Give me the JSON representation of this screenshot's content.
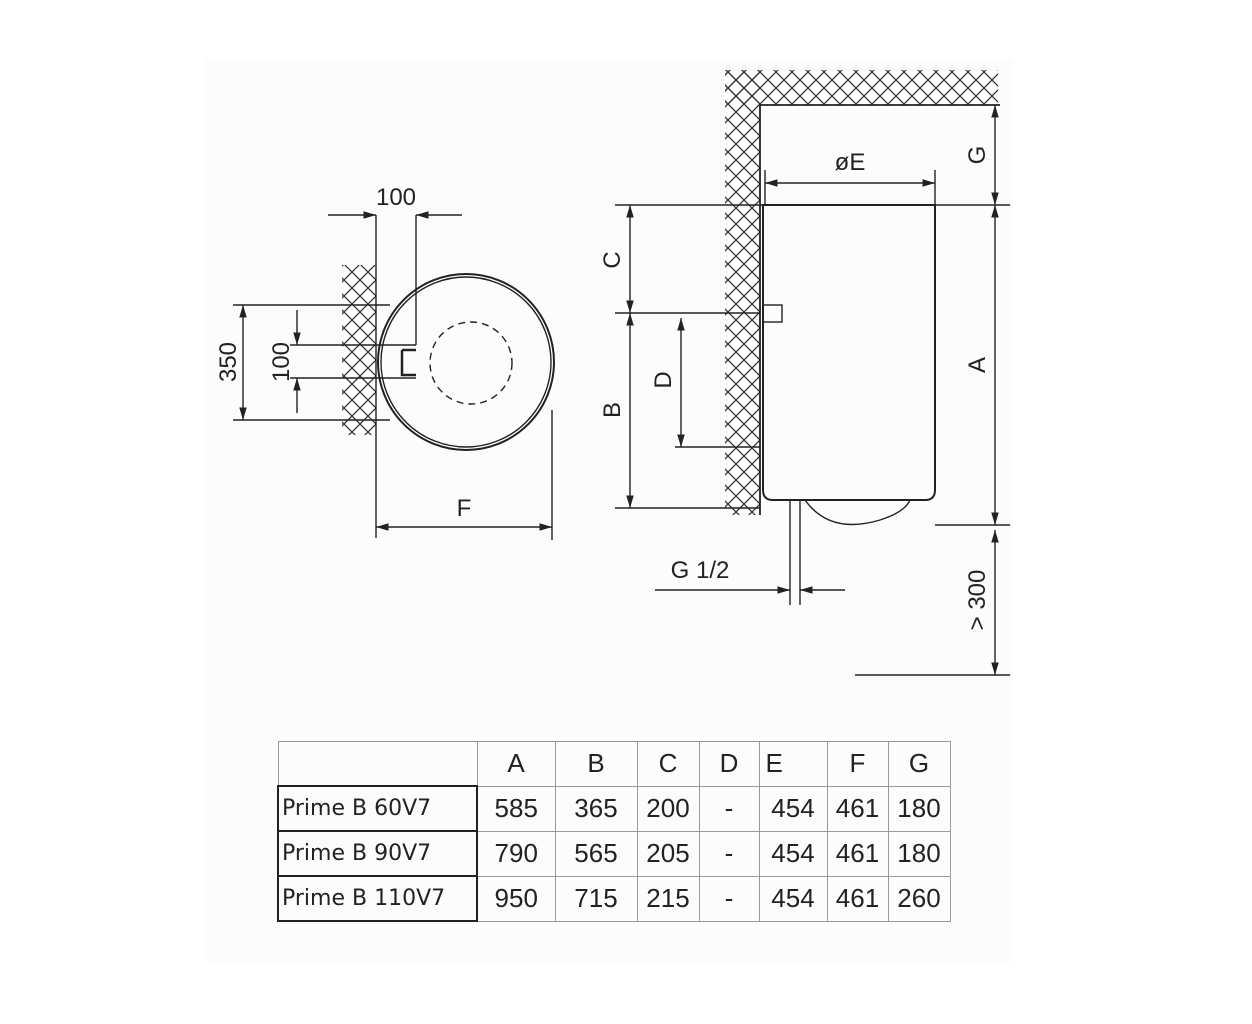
{
  "diagram": {
    "top_view": {
      "dim_offset": "100",
      "dim_height": "350",
      "dim_spacing": "100",
      "dim_width": "F"
    },
    "side_view": {
      "dim_diameter": "øE",
      "dim_g": "G",
      "dim_c": "C",
      "dim_a": "A",
      "dim_d": "D",
      "dim_b": "B",
      "dim_pipe": "G 1/2",
      "dim_clearance": "> 300"
    }
  },
  "table": {
    "headers": [
      "",
      "A",
      "B",
      "C",
      "D",
      "E",
      "F",
      "G"
    ],
    "rows": [
      {
        "model": "Prime B 60V7",
        "values": [
          "585",
          "365",
          "200",
          "-",
          "454",
          "461",
          "180"
        ]
      },
      {
        "model": "Prime B 90V7",
        "values": [
          "790",
          "565",
          "205",
          "-",
          "454",
          "461",
          "180"
        ]
      },
      {
        "model": "Prime B 110V7",
        "values": [
          "950",
          "715",
          "215",
          "-",
          "454",
          "461",
          "260"
        ]
      }
    ]
  }
}
